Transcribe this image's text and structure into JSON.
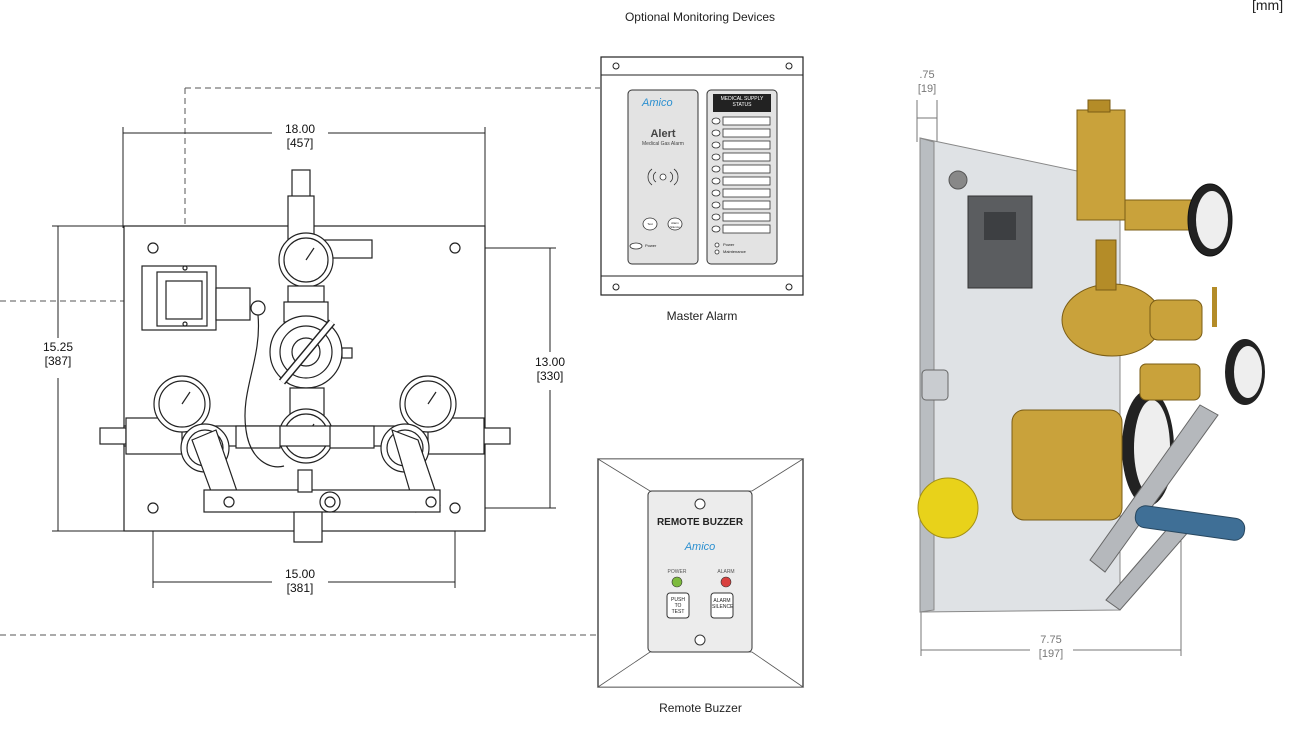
{
  "units_label": "[mm]",
  "monitoring_header": "Optional Monitoring Devices",
  "dimensions": {
    "width": {
      "value": "18.00",
      "metric": "[457]"
    },
    "height": {
      "value": "15.25",
      "metric": "[387]"
    },
    "hole_vertical": {
      "value": "13.00",
      "metric": "[330]"
    },
    "hole_horizontal": {
      "value": "15.00",
      "metric": "[381]"
    },
    "thickness": {
      "value": ".75",
      "metric": "[19]"
    },
    "depth": {
      "value": "7.75",
      "metric": "[197]"
    }
  },
  "master_alarm": {
    "caption": "Master Alarm",
    "brand": "Amico",
    "title": "Alert",
    "subtitle": "Medical Gas Alarm",
    "btn_test": "Test",
    "btn_silence": "Alarm Silence",
    "power_label": "Power",
    "status_header": "MEDICAL SUPPLY STATUS",
    "legend_power": "Power",
    "legend_maintenance": "Maintenance"
  },
  "remote_buzzer": {
    "caption": "Remote Buzzer",
    "title": "REMOTE BUZZER",
    "brand": "Amico",
    "power_label": "POWER",
    "alarm_label": "ALARM",
    "btn_test": "PUSH TO TEST",
    "btn_silence": "ALARM SILENCE"
  },
  "colors": {
    "brand_blue": "#2a8fd0",
    "power_led": "#7dbb3d",
    "alarm_led": "#d9413f",
    "brass": "#c9a23b",
    "handle_blue": "#3f6f96",
    "cap_yellow": "#e8d21a"
  }
}
